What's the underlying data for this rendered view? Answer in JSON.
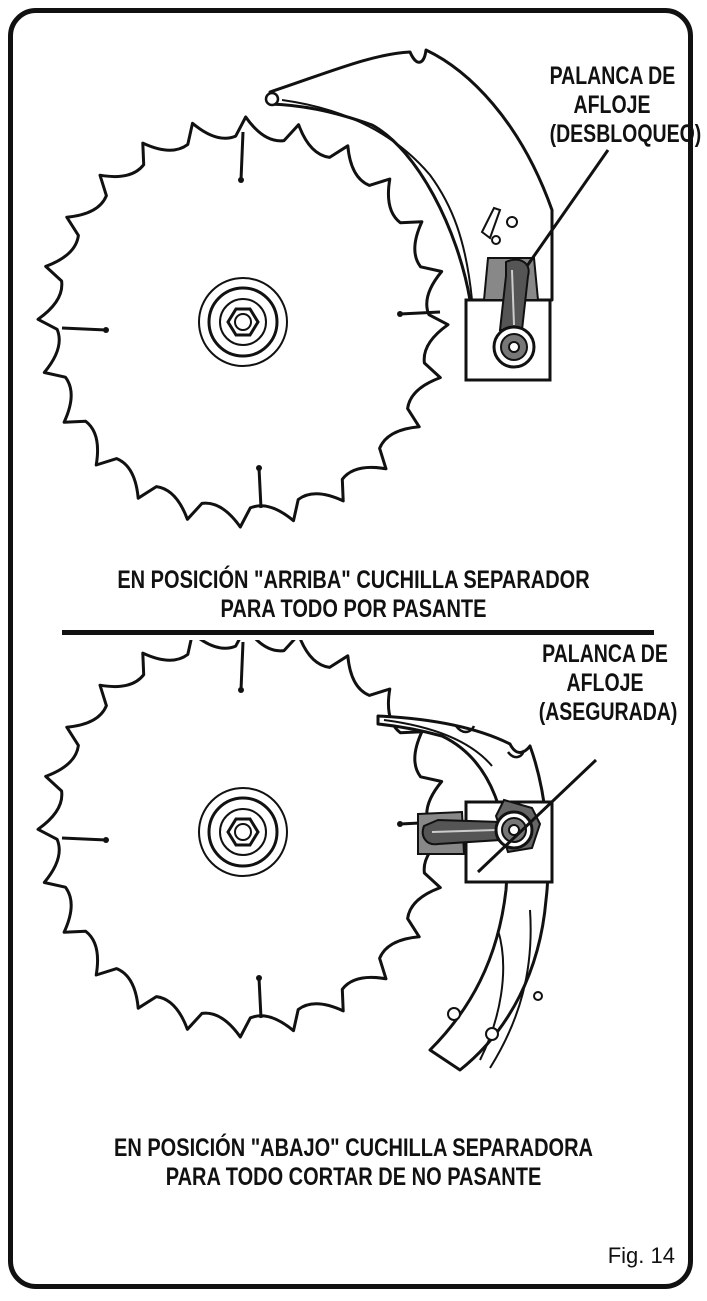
{
  "figure": {
    "top_panel": {
      "callout_lines": [
        "PALANCA DE",
        "AFLOJE",
        "(DESBLOQUEO)"
      ],
      "caption_lines": [
        "EN POSICIÓN \"ARRIBA\" CUCHILLA SEPARADOR",
        "PARA TODO POR PASANTE"
      ]
    },
    "bottom_panel": {
      "callout_lines": [
        "PALANCA DE",
        "AFLOJE",
        "(ASEGURADA)"
      ],
      "caption_lines": [
        "EN POSICIÓN \"ABAJO\" CUCHILLA SEPARADORA",
        "PARA TODO CORTAR DE NO PASANTE"
      ]
    },
    "label": "Fig. 14"
  }
}
